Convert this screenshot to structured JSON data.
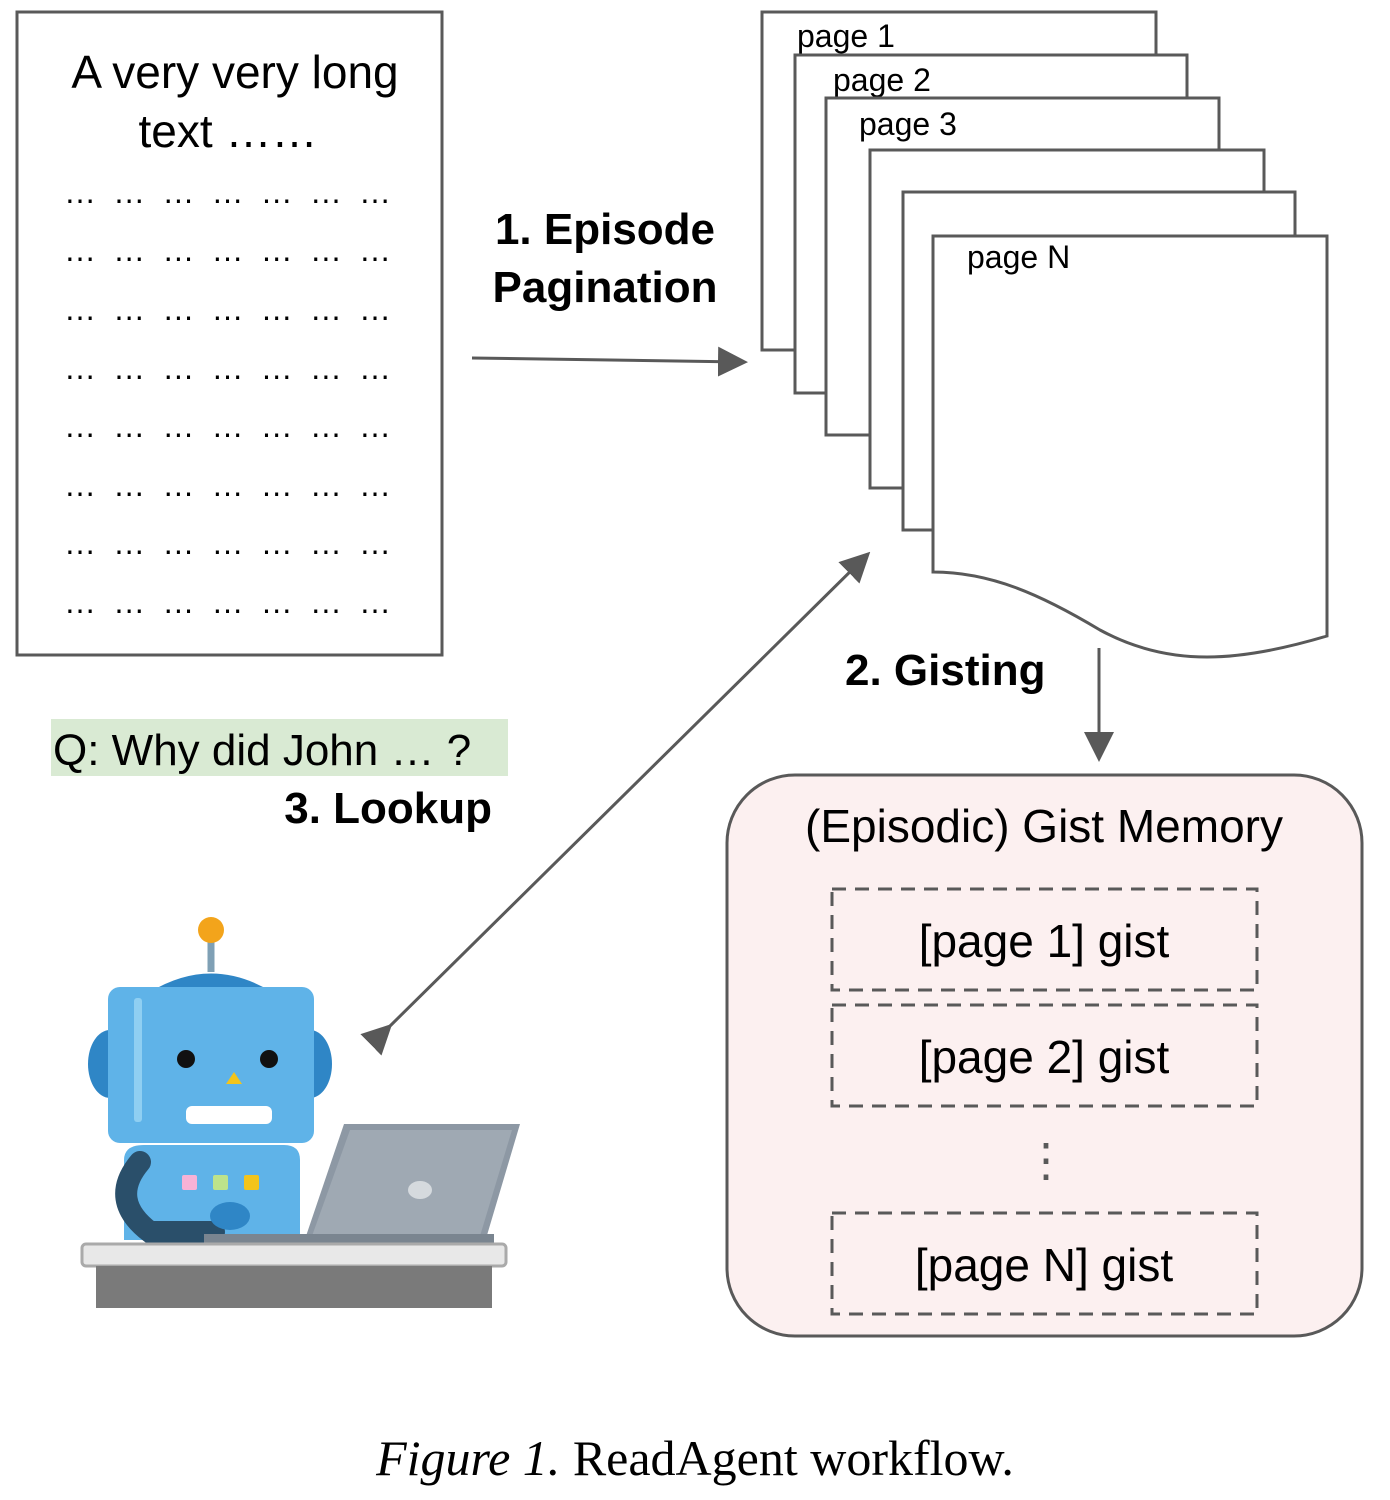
{
  "document": {
    "title_line1": "A very very long",
    "title_line2": "text ……",
    "dotted_lines": [
      "…………………",
      "…………………",
      "…………………",
      "…………………",
      "…………………",
      "…………………",
      "…………………",
      "…………………"
    ]
  },
  "steps": {
    "pagination_line1": "1. Episode",
    "pagination_line2": "Pagination",
    "gisting": "2. Gisting",
    "lookup": "3. Lookup"
  },
  "pages": {
    "page1": "page 1",
    "page2": "page 2",
    "page3": "page 3",
    "pageN": "page N"
  },
  "memory": {
    "title": "(Episodic) Gist Memory",
    "gists": [
      "[page 1] gist",
      "[page 2] gist",
      "[page N] gist"
    ],
    "ellipsis": "⋮"
  },
  "question": {
    "text": "Q: Why did John … ?"
  },
  "caption": {
    "label": "Figure 1.",
    "text": "ReadAgent workflow."
  },
  "colors": {
    "stroke": "#595959",
    "arrow": "#595959",
    "memory_fill": "#fcf0f0",
    "question_bg": "#d9ead3",
    "robot_blue": "#5fb3e8",
    "robot_dark_blue": "#2f86c6",
    "laptop_gray": "#8d98a4",
    "desk_gray": "#7a7a7a",
    "antenna_orange": "#f3a41b"
  },
  "icons": {
    "robot": "robot-at-laptop-icon"
  }
}
